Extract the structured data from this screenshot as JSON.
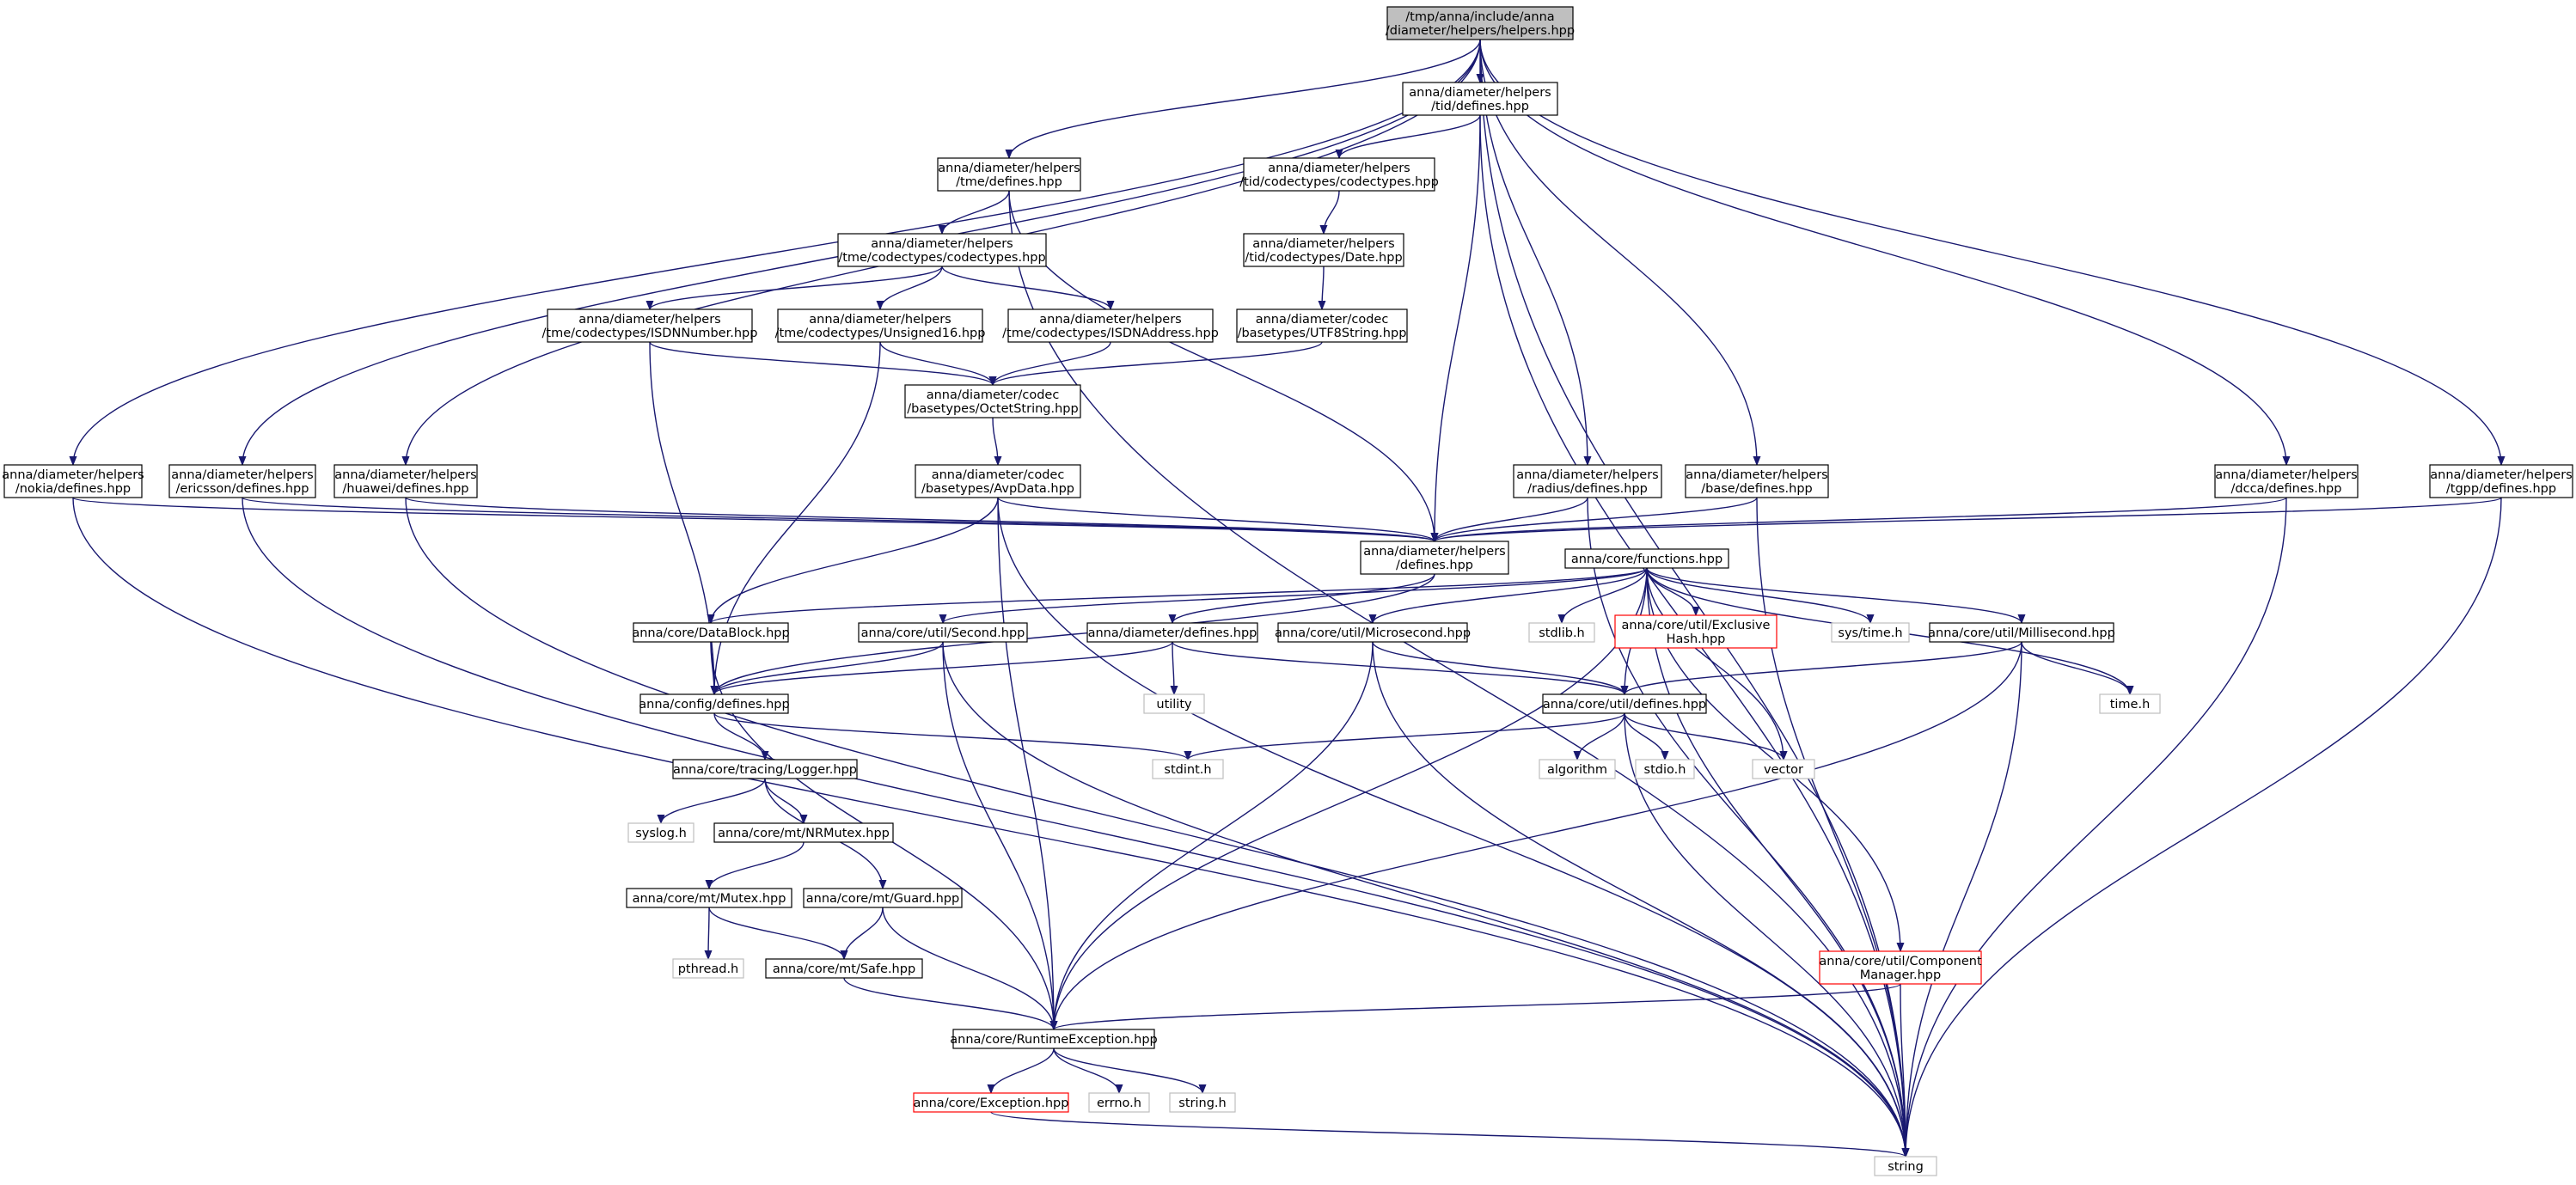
{
  "graph": {
    "root_node": "/tmp/anna/include/anna/diameter/helpers/helpers.hpp",
    "colors": {
      "edge": "#191970",
      "root_fill": "#bfbfbf",
      "local_border": "#000000",
      "system_border": "#bfbfbf",
      "undocumented_border": "#ff0000"
    },
    "nodes": [
      {
        "id": "helpers",
        "kind": "root",
        "lines": [
          "/tmp/anna/include/anna",
          "/diameter/helpers/helpers.hpp"
        ]
      },
      {
        "id": "tid_defines",
        "kind": "local",
        "lines": [
          "anna/diameter/helpers",
          "/tid/defines.hpp"
        ]
      },
      {
        "id": "tme_defines",
        "kind": "local",
        "lines": [
          "anna/diameter/helpers",
          "/tme/defines.hpp"
        ]
      },
      {
        "id": "tid_codectypes",
        "kind": "local",
        "lines": [
          "anna/diameter/helpers",
          "/tid/codectypes/codectypes.hpp"
        ]
      },
      {
        "id": "tme_codectypes",
        "kind": "local",
        "lines": [
          "anna/diameter/helpers",
          "/tme/codectypes/codectypes.hpp"
        ]
      },
      {
        "id": "tid_date",
        "kind": "local",
        "lines": [
          "anna/diameter/helpers",
          "/tid/codectypes/Date.hpp"
        ]
      },
      {
        "id": "isdn_number",
        "kind": "local",
        "lines": [
          "anna/diameter/helpers",
          "/tme/codectypes/ISDNNumber.hpp"
        ]
      },
      {
        "id": "unsigned16",
        "kind": "local",
        "lines": [
          "anna/diameter/helpers",
          "/tme/codectypes/Unsigned16.hpp"
        ]
      },
      {
        "id": "isdn_address",
        "kind": "local",
        "lines": [
          "anna/diameter/helpers",
          "/tme/codectypes/ISDNAddress.hpp"
        ]
      },
      {
        "id": "utf8string",
        "kind": "local",
        "lines": [
          "anna/diameter/codec",
          "/basetypes/UTF8String.hpp"
        ]
      },
      {
        "id": "octetstring",
        "kind": "local",
        "lines": [
          "anna/diameter/codec",
          "/basetypes/OctetString.hpp"
        ]
      },
      {
        "id": "avpdata",
        "kind": "local",
        "lines": [
          "anna/diameter/codec",
          "/basetypes/AvpData.hpp"
        ]
      },
      {
        "id": "nokia",
        "kind": "local",
        "lines": [
          "anna/diameter/helpers",
          "/nokia/defines.hpp"
        ]
      },
      {
        "id": "ericsson",
        "kind": "local",
        "lines": [
          "anna/diameter/helpers",
          "/ericsson/defines.hpp"
        ]
      },
      {
        "id": "huawei",
        "kind": "local",
        "lines": [
          "anna/diameter/helpers",
          "/huawei/defines.hpp"
        ]
      },
      {
        "id": "radius",
        "kind": "local",
        "lines": [
          "anna/diameter/helpers",
          "/radius/defines.hpp"
        ]
      },
      {
        "id": "base",
        "kind": "local",
        "lines": [
          "anna/diameter/helpers",
          "/base/defines.hpp"
        ]
      },
      {
        "id": "dcca",
        "kind": "local",
        "lines": [
          "anna/diameter/helpers",
          "/dcca/defines.hpp"
        ]
      },
      {
        "id": "tgpp",
        "kind": "local",
        "lines": [
          "anna/diameter/helpers",
          "/tgpp/defines.hpp"
        ]
      },
      {
        "id": "helpers_defines",
        "kind": "local",
        "lines": [
          "anna/diameter/helpers",
          "/defines.hpp"
        ]
      },
      {
        "id": "functions",
        "kind": "local",
        "lines": [
          "anna/core/functions.hpp"
        ]
      },
      {
        "id": "datablock",
        "kind": "local",
        "lines": [
          "anna/core/DataBlock.hpp"
        ]
      },
      {
        "id": "second",
        "kind": "local",
        "lines": [
          "anna/core/util/Second.hpp"
        ]
      },
      {
        "id": "diameter_defines",
        "kind": "local",
        "lines": [
          "anna/diameter/defines.hpp"
        ]
      },
      {
        "id": "microsecond",
        "kind": "local",
        "lines": [
          "anna/core/util/Microsecond.hpp"
        ]
      },
      {
        "id": "stdlib",
        "kind": "system",
        "lines": [
          "stdlib.h"
        ]
      },
      {
        "id": "exclusivehash",
        "kind": "undoc",
        "lines": [
          "anna/core/util/Exclusive",
          "Hash.hpp"
        ]
      },
      {
        "id": "systime",
        "kind": "system",
        "lines": [
          "sys/time.h"
        ]
      },
      {
        "id": "millisecond",
        "kind": "local",
        "lines": [
          "anna/core/util/Millisecond.hpp"
        ]
      },
      {
        "id": "config_defines",
        "kind": "local",
        "lines": [
          "anna/config/defines.hpp"
        ]
      },
      {
        "id": "utility",
        "kind": "system",
        "lines": [
          "utility"
        ]
      },
      {
        "id": "util_defines",
        "kind": "local",
        "lines": [
          "anna/core/util/defines.hpp"
        ]
      },
      {
        "id": "timeh",
        "kind": "system",
        "lines": [
          "time.h"
        ]
      },
      {
        "id": "stdint",
        "kind": "system",
        "lines": [
          "stdint.h"
        ]
      },
      {
        "id": "algorithm",
        "kind": "system",
        "lines": [
          "algorithm"
        ]
      },
      {
        "id": "stdio",
        "kind": "system",
        "lines": [
          "stdio.h"
        ]
      },
      {
        "id": "vector",
        "kind": "system",
        "lines": [
          "vector"
        ]
      },
      {
        "id": "logger",
        "kind": "local",
        "lines": [
          "anna/core/tracing/Logger.hpp"
        ]
      },
      {
        "id": "syslog",
        "kind": "system",
        "lines": [
          "syslog.h"
        ]
      },
      {
        "id": "nrmutex",
        "kind": "local",
        "lines": [
          "anna/core/mt/NRMutex.hpp"
        ]
      },
      {
        "id": "mutex",
        "kind": "local",
        "lines": [
          "anna/core/mt/Mutex.hpp"
        ]
      },
      {
        "id": "guard",
        "kind": "local",
        "lines": [
          "anna/core/mt/Guard.hpp"
        ]
      },
      {
        "id": "pthread",
        "kind": "system",
        "lines": [
          "pthread.h"
        ]
      },
      {
        "id": "safe",
        "kind": "local",
        "lines": [
          "anna/core/mt/Safe.hpp"
        ]
      },
      {
        "id": "component",
        "kind": "undoc",
        "lines": [
          "anna/core/util/Component",
          "Manager.hpp"
        ]
      },
      {
        "id": "runtime",
        "kind": "local",
        "lines": [
          "anna/core/RuntimeException.hpp"
        ]
      },
      {
        "id": "exception",
        "kind": "undoc",
        "lines": [
          "anna/core/Exception.hpp"
        ]
      },
      {
        "id": "errno",
        "kind": "system",
        "lines": [
          "errno.h"
        ]
      },
      {
        "id": "stringh",
        "kind": "system",
        "lines": [
          "string.h"
        ]
      },
      {
        "id": "string",
        "kind": "system",
        "lines": [
          "string"
        ]
      }
    ],
    "edges": [
      [
        "helpers",
        "tid_defines"
      ],
      [
        "helpers",
        "tme_defines"
      ],
      [
        "helpers",
        "nokia"
      ],
      [
        "helpers",
        "ericsson"
      ],
      [
        "helpers",
        "huawei"
      ],
      [
        "helpers",
        "radius"
      ],
      [
        "helpers",
        "base"
      ],
      [
        "helpers",
        "dcca"
      ],
      [
        "helpers",
        "tgpp"
      ],
      [
        "helpers",
        "string"
      ],
      [
        "tid_defines",
        "tid_codectypes"
      ],
      [
        "tid_defines",
        "helpers_defines"
      ],
      [
        "tid_defines",
        "string"
      ],
      [
        "tme_defines",
        "tme_codectypes"
      ],
      [
        "tme_defines",
        "helpers_defines"
      ],
      [
        "tme_defines",
        "string"
      ],
      [
        "tid_codectypes",
        "tid_date"
      ],
      [
        "tid_date",
        "utf8string"
      ],
      [
        "utf8string",
        "octetstring"
      ],
      [
        "tme_codectypes",
        "isdn_number"
      ],
      [
        "tme_codectypes",
        "unsigned16"
      ],
      [
        "tme_codectypes",
        "isdn_address"
      ],
      [
        "isdn_number",
        "octetstring"
      ],
      [
        "isdn_number",
        "config_defines"
      ],
      [
        "unsigned16",
        "octetstring"
      ],
      [
        "unsigned16",
        "config_defines"
      ],
      [
        "isdn_address",
        "octetstring"
      ],
      [
        "octetstring",
        "avpdata"
      ],
      [
        "avpdata",
        "helpers_defines"
      ],
      [
        "avpdata",
        "datablock"
      ],
      [
        "avpdata",
        "runtime"
      ],
      [
        "avpdata",
        "string"
      ],
      [
        "nokia",
        "helpers_defines"
      ],
      [
        "nokia",
        "string"
      ],
      [
        "ericsson",
        "helpers_defines"
      ],
      [
        "ericsson",
        "string"
      ],
      [
        "huawei",
        "helpers_defines"
      ],
      [
        "huawei",
        "string"
      ],
      [
        "radius",
        "helpers_defines"
      ],
      [
        "radius",
        "string"
      ],
      [
        "base",
        "helpers_defines"
      ],
      [
        "base",
        "string"
      ],
      [
        "dcca",
        "helpers_defines"
      ],
      [
        "dcca",
        "string"
      ],
      [
        "tgpp",
        "helpers_defines"
      ],
      [
        "tgpp",
        "string"
      ],
      [
        "helpers_defines",
        "diameter_defines"
      ],
      [
        "helpers_defines",
        "config_defines"
      ],
      [
        "functions",
        "stdlib"
      ],
      [
        "functions",
        "exclusivehash"
      ],
      [
        "functions",
        "systime"
      ],
      [
        "functions",
        "millisecond"
      ],
      [
        "functions",
        "microsecond"
      ],
      [
        "functions",
        "second"
      ],
      [
        "functions",
        "datablock"
      ],
      [
        "functions",
        "util_defines"
      ],
      [
        "functions",
        "timeh"
      ],
      [
        "functions",
        "vector"
      ],
      [
        "functions",
        "component"
      ],
      [
        "functions",
        "runtime"
      ],
      [
        "functions",
        "string"
      ],
      [
        "datablock",
        "config_defines"
      ],
      [
        "datablock",
        "runtime"
      ],
      [
        "second",
        "config_defines"
      ],
      [
        "second",
        "runtime"
      ],
      [
        "second",
        "string"
      ],
      [
        "diameter_defines",
        "utility"
      ],
      [
        "diameter_defines",
        "config_defines"
      ],
      [
        "diameter_defines",
        "util_defines"
      ],
      [
        "microsecond",
        "util_defines"
      ],
      [
        "microsecond",
        "runtime"
      ],
      [
        "microsecond",
        "string"
      ],
      [
        "millisecond",
        "util_defines"
      ],
      [
        "millisecond",
        "timeh"
      ],
      [
        "millisecond",
        "runtime"
      ],
      [
        "millisecond",
        "string"
      ],
      [
        "config_defines",
        "stdint"
      ],
      [
        "config_defines",
        "logger"
      ],
      [
        "util_defines",
        "stdint"
      ],
      [
        "util_defines",
        "algorithm"
      ],
      [
        "util_defines",
        "stdio"
      ],
      [
        "util_defines",
        "vector"
      ],
      [
        "util_defines",
        "string"
      ],
      [
        "logger",
        "syslog"
      ],
      [
        "logger",
        "nrmutex"
      ],
      [
        "logger",
        "guard"
      ],
      [
        "nrmutex",
        "mutex"
      ],
      [
        "mutex",
        "pthread"
      ],
      [
        "mutex",
        "safe"
      ],
      [
        "guard",
        "safe"
      ],
      [
        "guard",
        "runtime"
      ],
      [
        "safe",
        "runtime"
      ],
      [
        "component",
        "runtime"
      ],
      [
        "component",
        "string"
      ],
      [
        "runtime",
        "exception"
      ],
      [
        "runtime",
        "errno"
      ],
      [
        "runtime",
        "stringh"
      ],
      [
        "exception",
        "string"
      ]
    ]
  }
}
